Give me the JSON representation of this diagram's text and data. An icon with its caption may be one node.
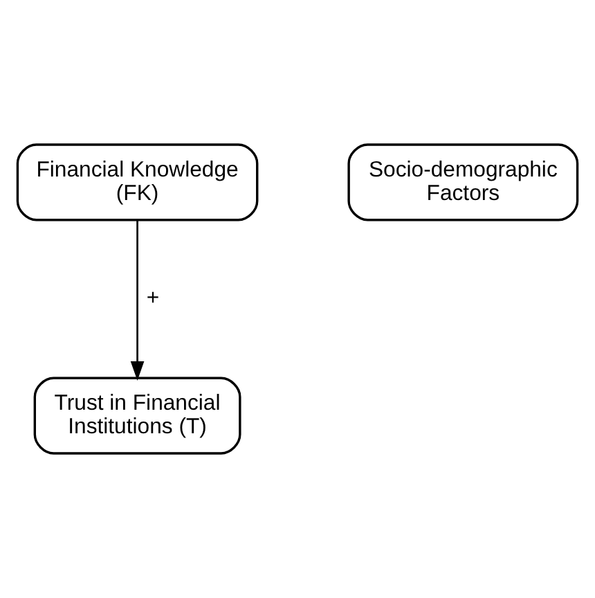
{
  "diagram": {
    "nodes": [
      {
        "text": [
          "Financial Knowledge (FK)"
        ]
      },
      {
        "text": [
          "Socio-demographic Factors"
        ]
      },
      {
        "text": [
          "Trust in Financial Institutions (T)"
        ]
      }
    ],
    "edges": [
      {
        "from": 0,
        "to": 2,
        "arrow": "to",
        "label": "+"
      }
    ]
  }
}
